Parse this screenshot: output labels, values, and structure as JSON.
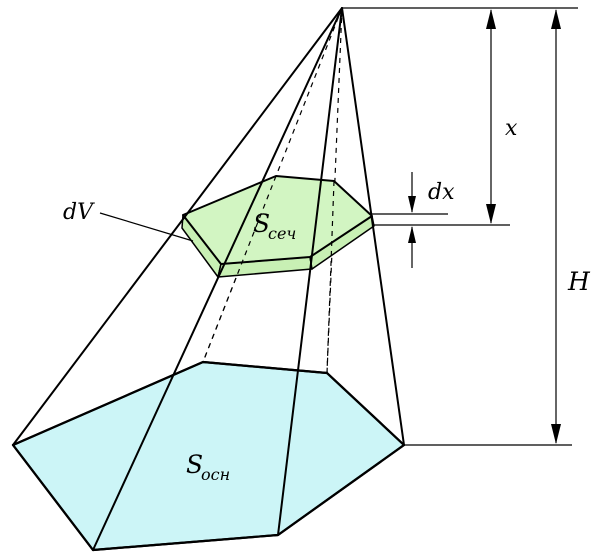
{
  "labels": {
    "dV": "dV",
    "dx": "dx",
    "x": "x",
    "H": "H",
    "s_sech_main": "S",
    "s_sech_sub": "сеч",
    "s_osn_main": "S",
    "s_osn_sub": "осн"
  },
  "colors": {
    "base_fill": "#ccf5f7",
    "slab_top_fill": "#d2f5c2",
    "slab_side_fill": "#c8f0b4",
    "stroke": "#000000"
  }
}
